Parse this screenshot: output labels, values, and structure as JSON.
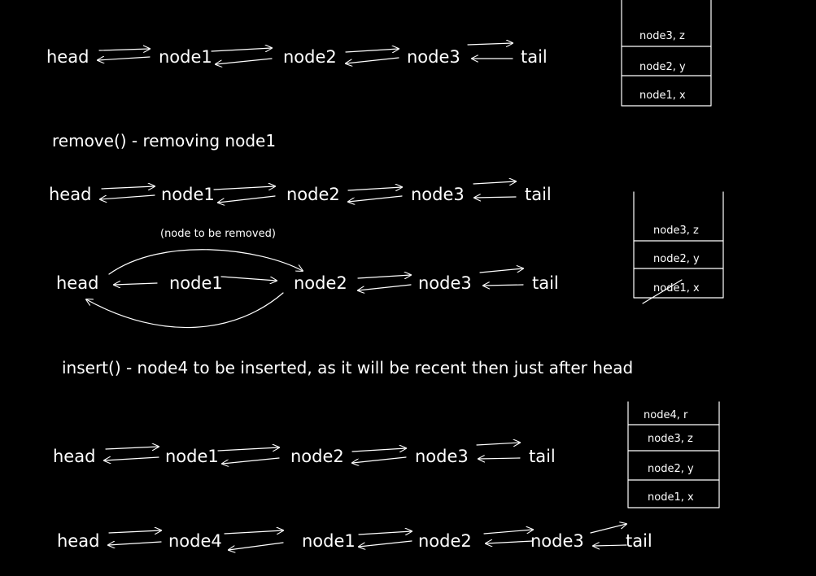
{
  "colors": {
    "background": "#000000",
    "ink": "#ffffff"
  },
  "rows": [
    {
      "id": "row1",
      "nodes": [
        "head",
        "node1",
        "node2",
        "node3",
        "tail"
      ]
    },
    {
      "id": "row2",
      "nodes": [
        "head",
        "node1",
        "node2",
        "node3",
        "tail"
      ]
    },
    {
      "id": "row3",
      "nodes": [
        "head",
        "node1",
        "node2",
        "node3",
        "tail"
      ]
    },
    {
      "id": "row4",
      "nodes": [
        "head",
        "node1",
        "node2",
        "node3",
        "tail"
      ]
    },
    {
      "id": "row5",
      "nodes": [
        "head",
        "node4",
        "node1",
        "node2",
        "node3",
        "tail"
      ]
    }
  ],
  "headings": {
    "remove": "remove() - removing node1",
    "insert": "insert() - node4 to be inserted, as it will be recent then just after head"
  },
  "note": "(node to be removed)",
  "stacks": [
    {
      "id": "stack1",
      "cells": [
        "node3, z",
        "node2, y",
        "node1, x"
      ]
    },
    {
      "id": "stack2",
      "cells": [
        "node3, z",
        "node2, y",
        "node1, x"
      ]
    },
    {
      "id": "stack3",
      "cells": [
        "node4, r",
        "node3, z",
        "node2, y",
        "node1, x"
      ]
    }
  ]
}
